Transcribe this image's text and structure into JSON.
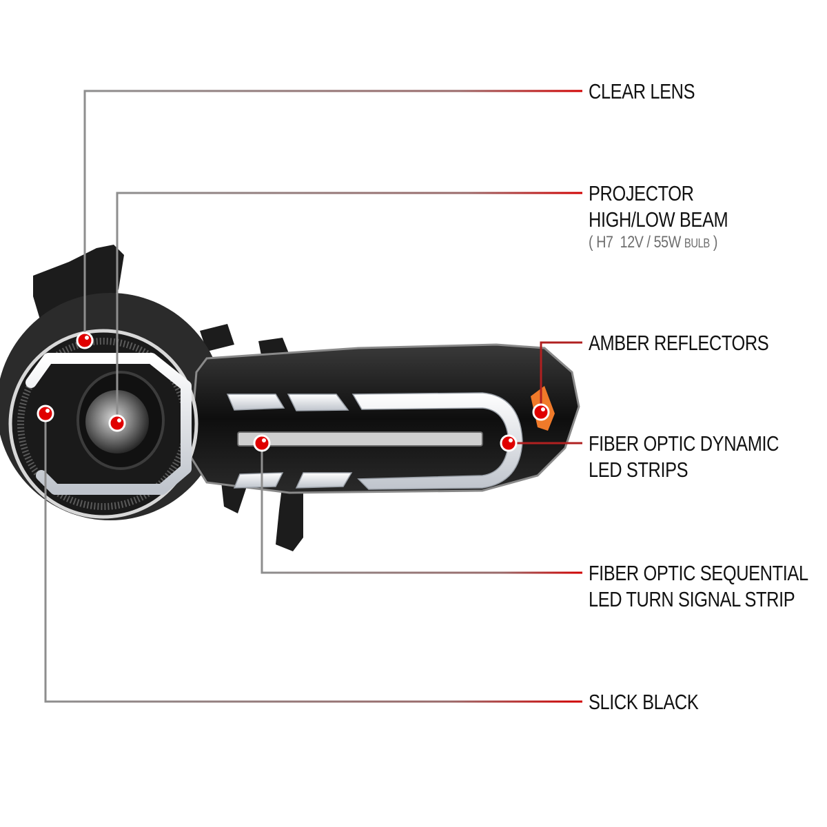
{
  "image": {
    "subject": "headlight-assembly",
    "background_color": "#ffffff",
    "line_color_start": "#8e8e8e",
    "line_color_end": "#d10000",
    "dot_color": "#e00000"
  },
  "callouts": [
    {
      "id": "clear-lens",
      "lines": [
        "CLEAR LENS"
      ]
    },
    {
      "id": "projector",
      "lines": [
        "PROJECTOR",
        "HIGH/LOW BEAM"
      ],
      "sub": {
        "open": "(",
        "spec": "H7  12V / 55W",
        "unit": "BULB",
        "close": ")"
      }
    },
    {
      "id": "amber-reflectors",
      "lines": [
        "AMBER REFLECTORS"
      ]
    },
    {
      "id": "fiber-dynamic",
      "lines": [
        "FIBER OPTIC DYNAMIC",
        "LED STRIPS"
      ]
    },
    {
      "id": "fiber-sequential",
      "lines": [
        "FIBER OPTIC SEQUENTIAL",
        "LED TURN SIGNAL STRIP"
      ]
    },
    {
      "id": "slick-black",
      "lines": [
        "SLICK BLACK"
      ]
    }
  ]
}
